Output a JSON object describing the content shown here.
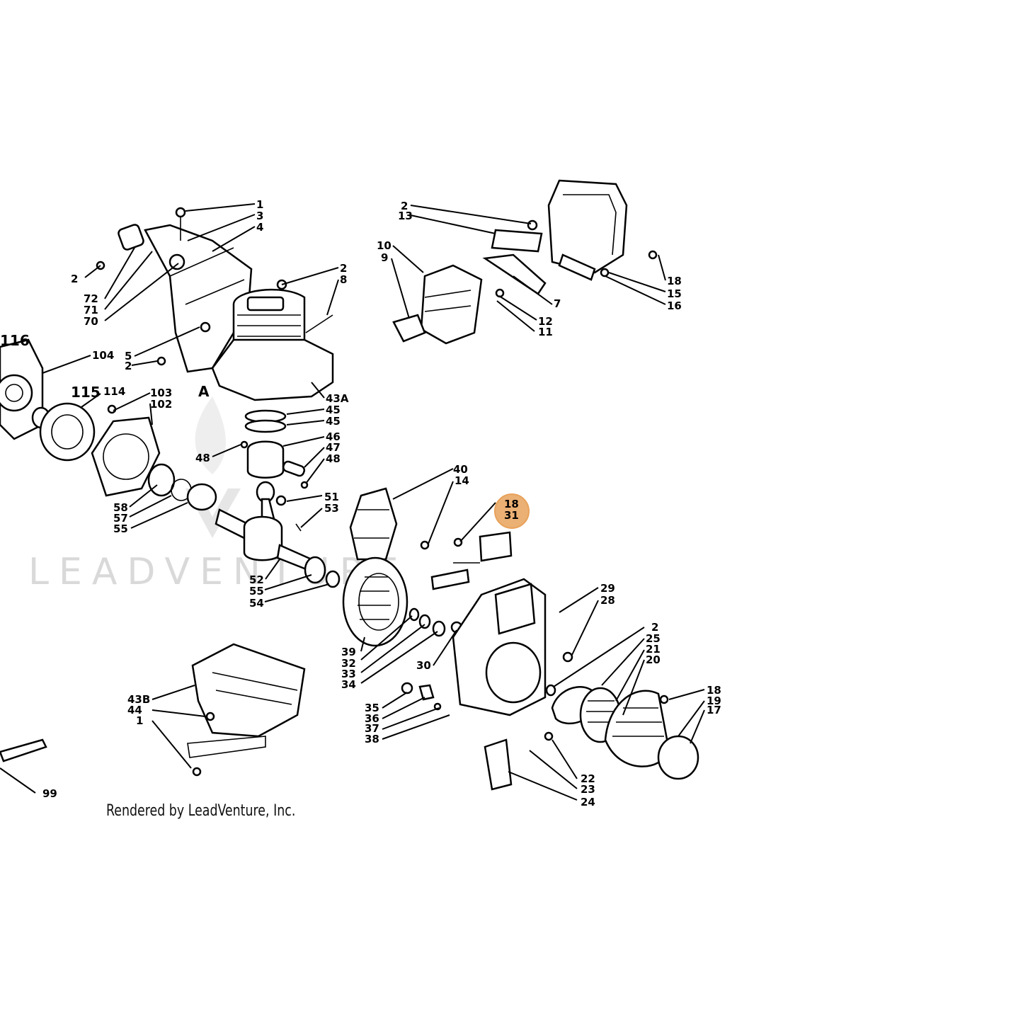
{
  "credit": "Rendered by LeadVenture, Inc.",
  "watermark": "LEADVENTURE",
  "highlight": {
    "color": "#e8a25a",
    "labels": [
      "18",
      "31"
    ]
  },
  "callouts": [
    "1",
    "3",
    "4",
    "2",
    "72",
    "71",
    "70",
    "2",
    "8",
    "5",
    "2",
    "116",
    "104",
    "115",
    "114",
    "103",
    "102",
    "A",
    "43A",
    "45",
    "45",
    "46",
    "47",
    "48",
    "48",
    "58",
    "57",
    "55",
    "51",
    "53",
    "52",
    "55",
    "54",
    "2",
    "13",
    "10",
    "9",
    "7",
    "12",
    "11",
    "18",
    "15",
    "16",
    "40",
    "14",
    "29",
    "28",
    "39",
    "32",
    "33",
    "34",
    "30",
    "2",
    "25",
    "21",
    "20",
    "35",
    "36",
    "37",
    "38",
    "18",
    "19",
    "17",
    "22",
    "23",
    "24",
    "43B",
    "44",
    "1",
    "99"
  ]
}
